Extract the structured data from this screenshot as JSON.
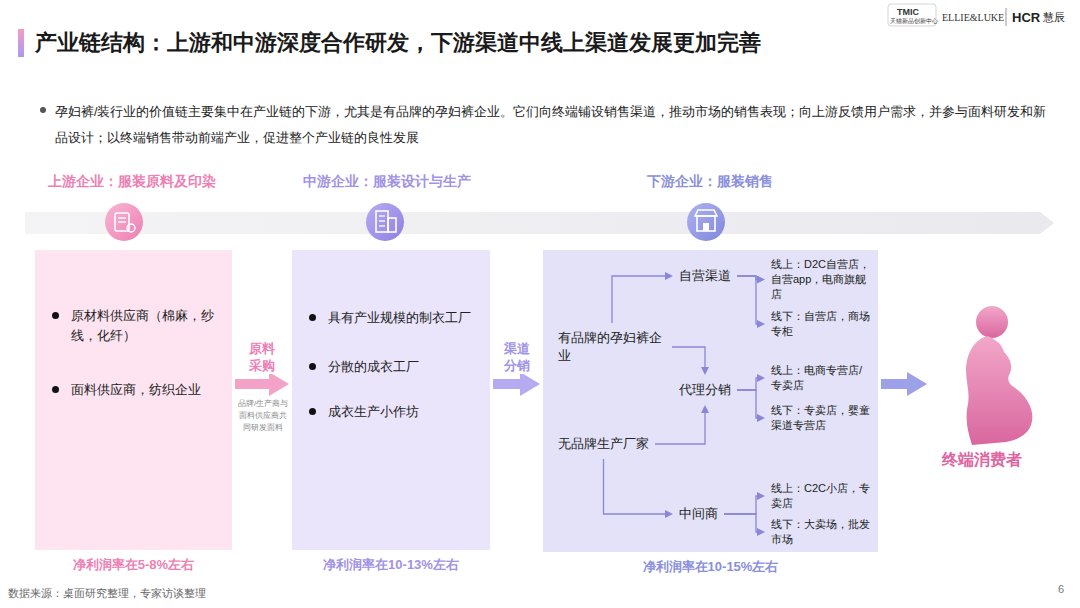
{
  "diagram": {
    "title": "产业链结构：上游和中游深度合作研发，下游渠道中线上渠道发展更加完善",
    "nodes": [
      {
        "text": [
          "上游企业：服装原料及印染",
          "原材料供应商（棉麻，纱线，化纤）",
          "面料供应商，纺织企业",
          "净利润率在5-8%左右"
        ]
      },
      {
        "text": [
          "中游企业：服装设计与生产",
          "具有产业规模的制衣工厂",
          "分散的成衣工厂",
          "成衣生产小作坊",
          "净利润率在10-13%左右"
        ]
      },
      {
        "text": [
          "下游企业：服装销售",
          "净利润率在10-15%左右"
        ]
      },
      {
        "text": [
          "有品牌的孕妇裤企业"
        ],
        "in": 2
      },
      {
        "text": [
          "无品牌生产厂家"
        ],
        "in": 2
      },
      {
        "text": [
          "自营渠道"
        ],
        "in": 2
      },
      {
        "text": [
          "代理分销"
        ],
        "in": 2
      },
      {
        "text": [
          "中间商"
        ],
        "in": 2
      },
      {
        "text": [
          "线上：D2C自营店，自营app，电商旗舰店"
        ],
        "in": 2
      },
      {
        "text": [
          "线下：自营店，商场专柜"
        ],
        "in": 2
      },
      {
        "text": [
          "线上：电商专营店/专卖店"
        ],
        "in": 2
      },
      {
        "text": [
          "线下：专卖店，婴童渠道专营店"
        ],
        "in": 2
      },
      {
        "text": [
          "线上：C2C小店，专卖店"
        ],
        "in": 2
      },
      {
        "text": [
          "线下：大卖场，批发市场"
        ],
        "in": 2
      },
      {
        "text": [
          "终端消费者"
        ]
      }
    ],
    "edges": [
      {
        "from": 0,
        "to": 1,
        "label": "原料采购",
        "arrow": "to"
      },
      {
        "from": 1,
        "to": 2,
        "label": "渠道分销",
        "arrow": "to"
      },
      {
        "from": 3,
        "to": 5,
        "arrow": "to"
      },
      {
        "from": 3,
        "to": 6,
        "arrow": "to"
      },
      {
        "from": 4,
        "to": 6,
        "arrow": "to"
      },
      {
        "from": 4,
        "to": 7,
        "arrow": "to"
      },
      {
        "from": 5,
        "to": 8,
        "arrow": "to"
      },
      {
        "from": 5,
        "to": 9,
        "arrow": "to"
      },
      {
        "from": 6,
        "to": 10,
        "arrow": "to"
      },
      {
        "from": 6,
        "to": 11,
        "arrow": "to"
      },
      {
        "from": 7,
        "to": 12,
        "arrow": "to"
      },
      {
        "from": 7,
        "to": 13,
        "arrow": "to"
      },
      {
        "from": 2,
        "to": 14,
        "arrow": "to"
      }
    ],
    "labels": [
      "TMIC",
      "天猫新品创新中心",
      "ELLIE&LUKE",
      "HCR",
      "慧辰",
      "孕妇裤/装行业的价值链主要集中在产业链的下游，尤其是有品牌的孕妇裤企业。它们向终端铺设销售渠道，推动市场的销售表现；向上游反馈用户需求，并参与面料研发和新品设计；以终端销售带动前端产业，促进整个产业链的良性发展",
      "品牌/生产商与面料供应商共同研发面料",
      "数据来源：桌面研究整理，专家访谈整理",
      "6"
    ]
  }
}
